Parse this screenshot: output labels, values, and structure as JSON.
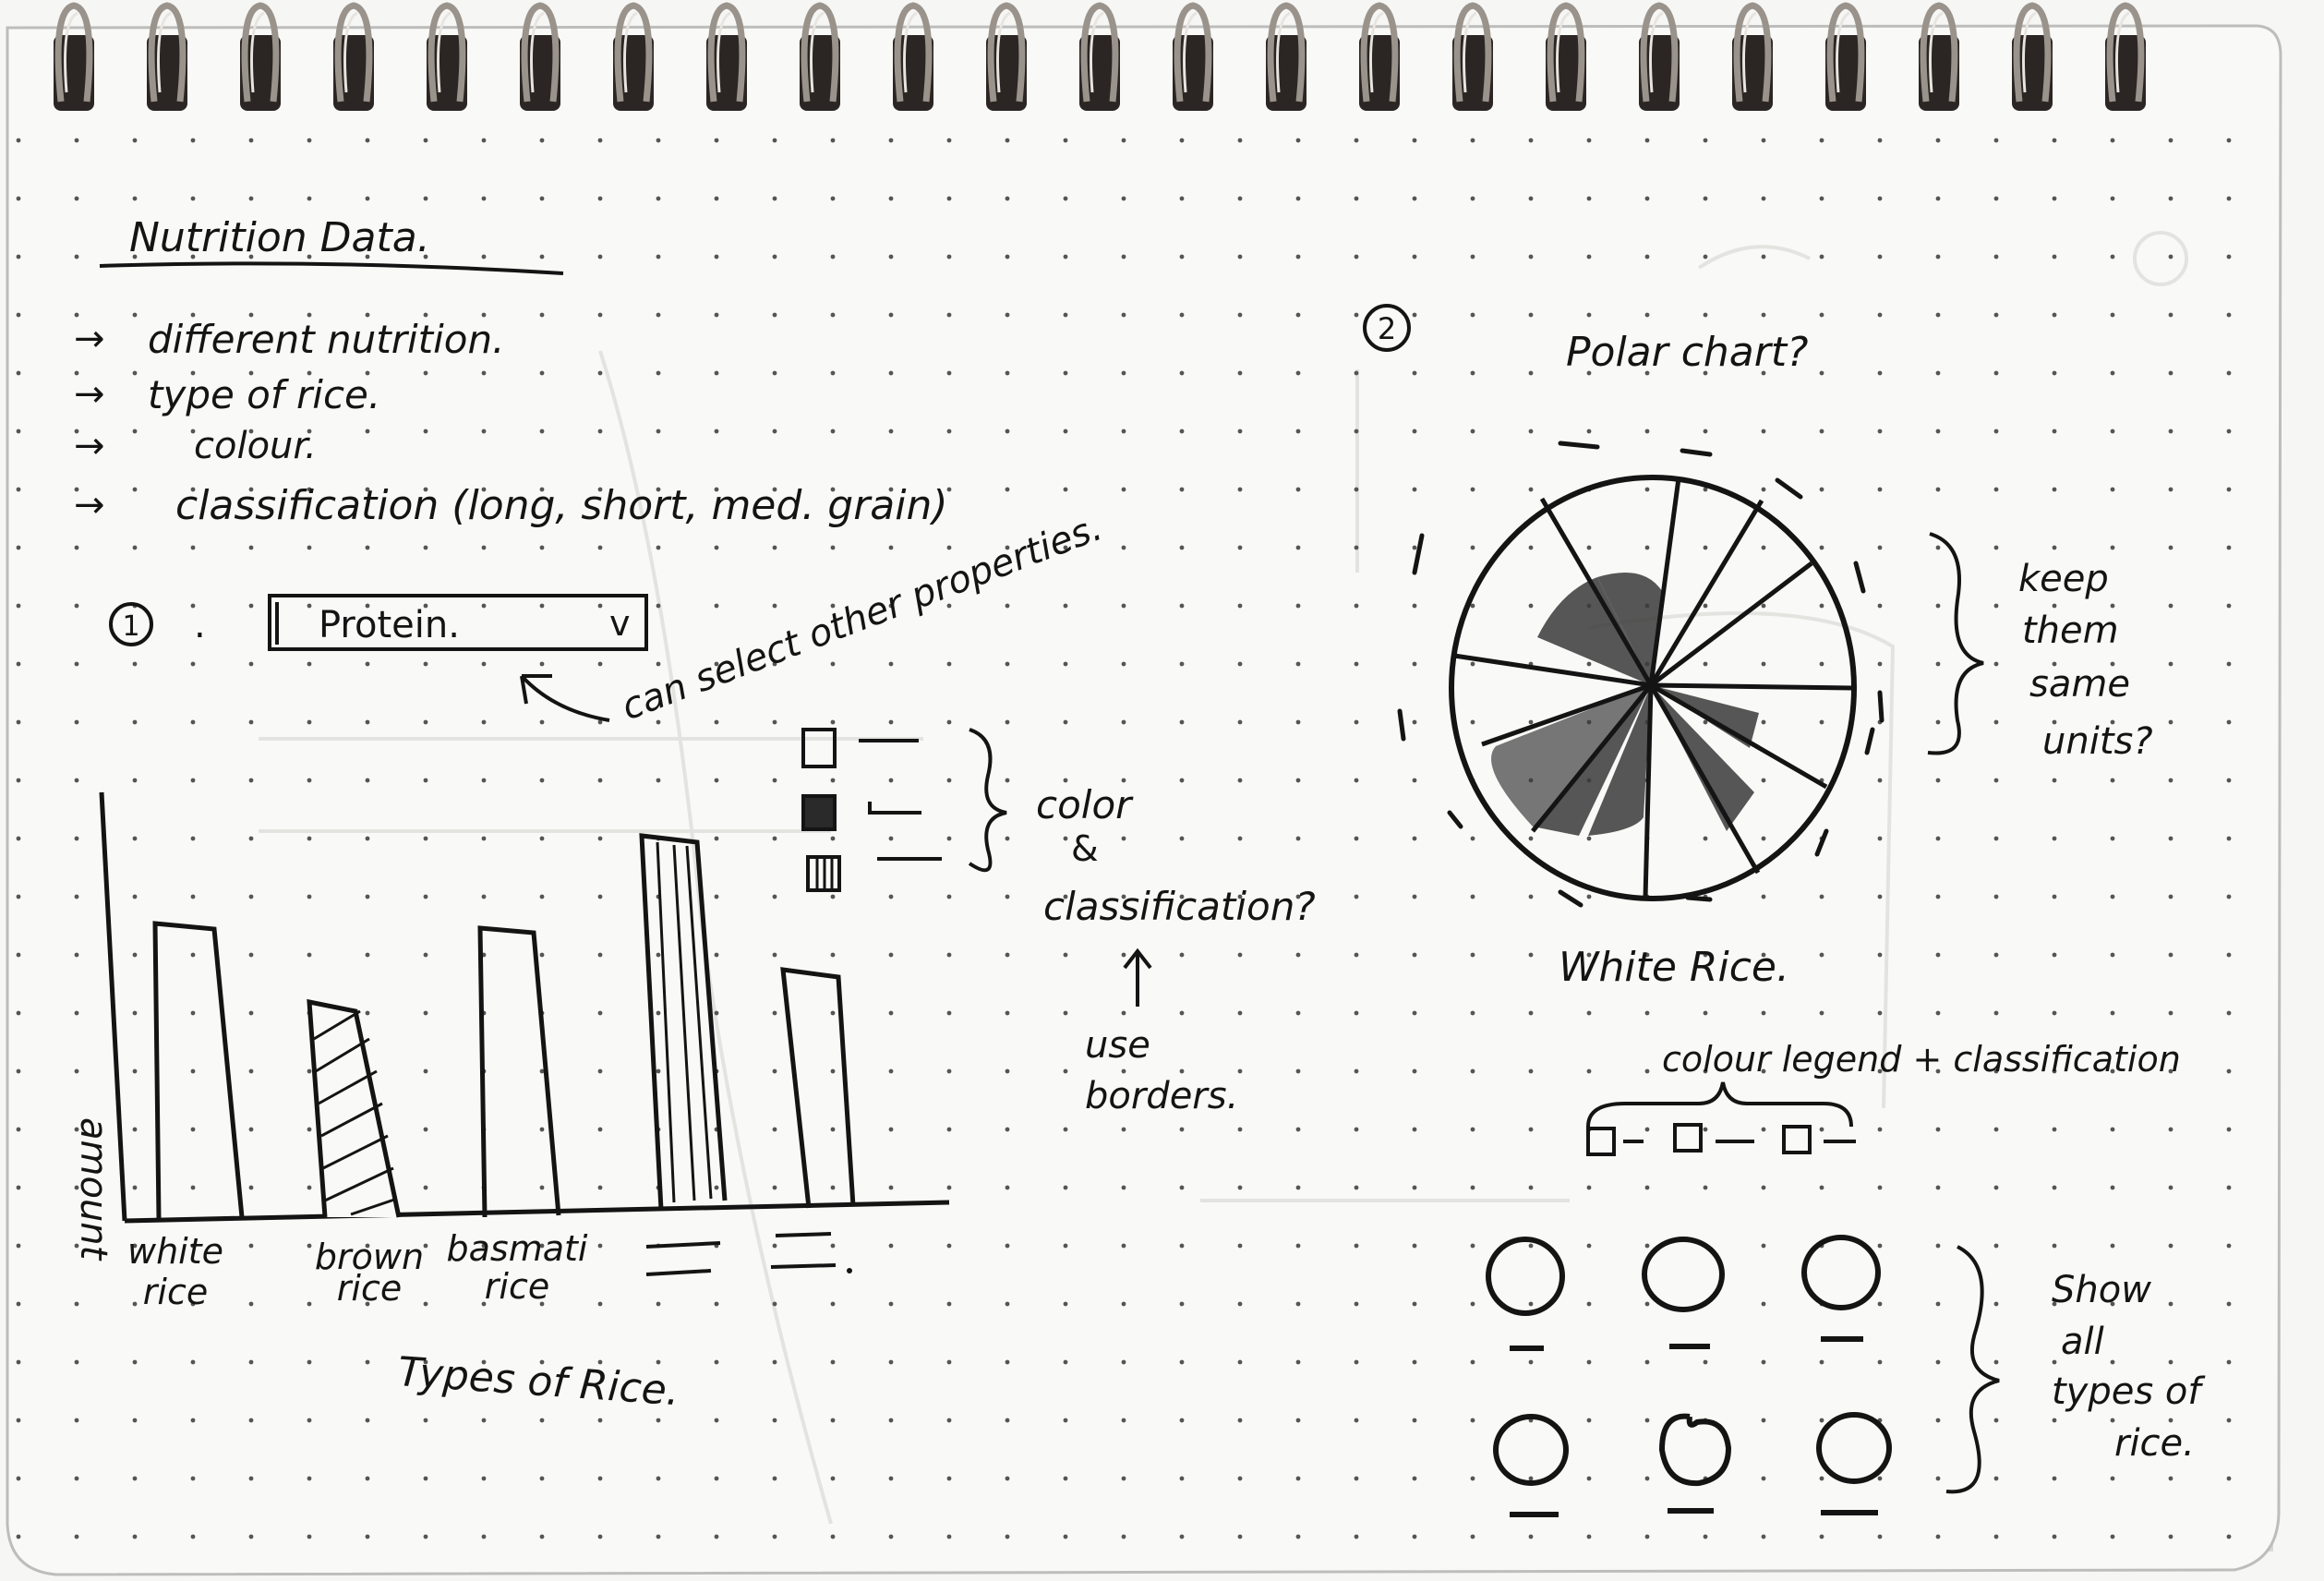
{
  "colors": {
    "paper": "#f9f9f7",
    "ink": "#141414",
    "dots": "#555555",
    "binding": "#2b2623",
    "shadow": "#d9d9d6"
  },
  "title": "Nutrition Data.",
  "bullets": [
    "different nutrition.",
    "type of rice.",
    "colour.",
    "classification (long, short, med. grain)"
  ],
  "section1": {
    "number": "1",
    "dropdown_value": "Protein.",
    "dropdown_arrow": "v",
    "dropdown_note": "can select other properties.",
    "legend_note": {
      "line1": "color",
      "line2": "&",
      "line3": "classification?"
    },
    "borders_note": {
      "line1": "use",
      "line2": "borders."
    },
    "chart": {
      "y_label": "amount",
      "x_title": "Types of Rice.",
      "tick_labels": [
        {
          "line1": "white",
          "line2": "rice"
        },
        {
          "line1": "brown",
          "line2": "rice"
        },
        {
          "line1": "basmati",
          "line2": "rice"
        }
      ]
    }
  },
  "section2": {
    "number": "2",
    "question": "Polar chart?",
    "chart_label": "White Rice.",
    "units_note": {
      "line1": "keep",
      "line2": "them",
      "line3": "same",
      "line4": "units?"
    },
    "legend_note": "colour legend + classification",
    "show_all_note": {
      "line1": "Show",
      "line2": "all",
      "line3": "types of",
      "line4": "rice."
    }
  }
}
